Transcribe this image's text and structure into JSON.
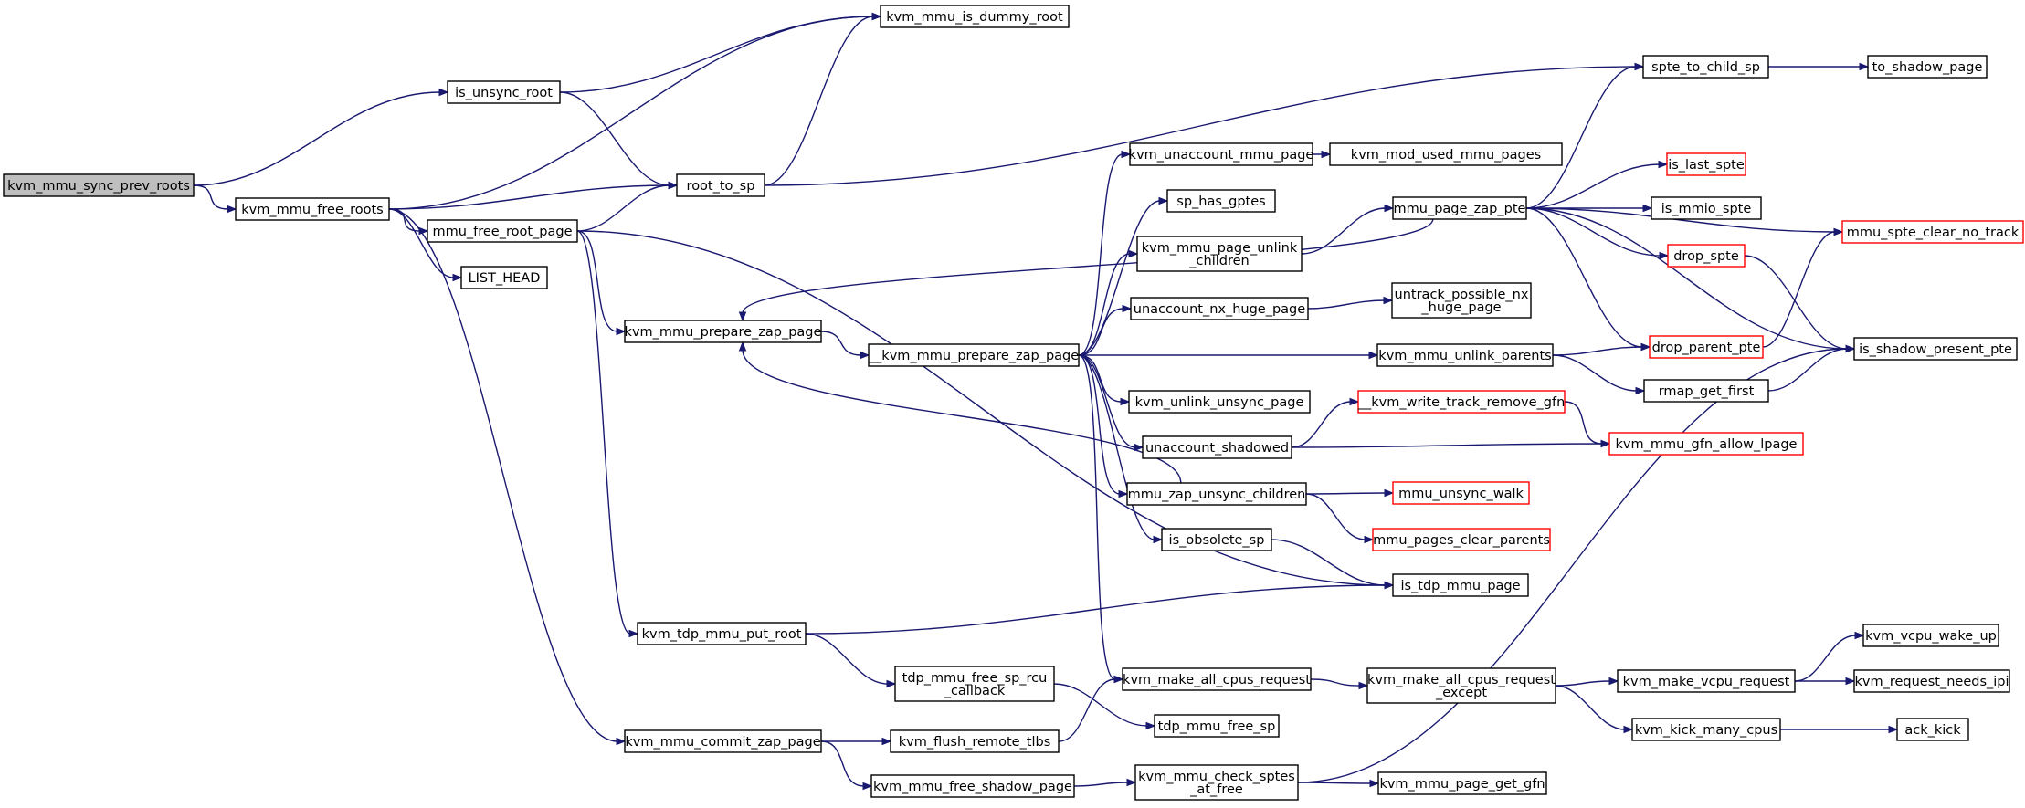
{
  "graph": {
    "edge_color": "#191970",
    "nodes": [
      {
        "id": "sync_prev",
        "lines": [
          "kvm_mmu_sync_prev_roots"
        ],
        "root": true
      },
      {
        "id": "is_unsync_root",
        "lines": [
          "is_unsync_root"
        ]
      },
      {
        "id": "free_roots",
        "lines": [
          "kvm_mmu_free_roots"
        ]
      },
      {
        "id": "dummy_root",
        "lines": [
          "kvm_mmu_is_dummy_root"
        ]
      },
      {
        "id": "root_to_sp",
        "lines": [
          "root_to_sp"
        ]
      },
      {
        "id": "free_root_page",
        "lines": [
          "mmu_free_root_page"
        ]
      },
      {
        "id": "list_head",
        "lines": [
          "LIST_HEAD"
        ]
      },
      {
        "id": "prepare_zap",
        "lines": [
          "kvm_mmu_prepare_zap_page"
        ]
      },
      {
        "id": "tdp_put_root",
        "lines": [
          "kvm_tdp_mmu_put_root"
        ]
      },
      {
        "id": "commit_zap",
        "lines": [
          "kvm_mmu_commit_zap_page"
        ]
      },
      {
        "id": "__prepare_zap",
        "lines": [
          "__kvm_mmu_prepare_zap_page"
        ]
      },
      {
        "id": "tdp_free_sp_rcu",
        "lines": [
          "tdp_mmu_free_sp_rcu",
          "_callback"
        ]
      },
      {
        "id": "flush_tlbs",
        "lines": [
          "kvm_flush_remote_tlbs"
        ]
      },
      {
        "id": "free_shadow",
        "lines": [
          "kvm_mmu_free_shadow_page"
        ]
      },
      {
        "id": "unaccount_mmu",
        "lines": [
          "kvm_unaccount_mmu_page"
        ]
      },
      {
        "id": "sp_has_gptes",
        "lines": [
          "sp_has_gptes"
        ]
      },
      {
        "id": "unlink_children",
        "lines": [
          "kvm_mmu_page_unlink",
          "_children"
        ]
      },
      {
        "id": "unaccount_nx",
        "lines": [
          "unaccount_nx_huge_page"
        ]
      },
      {
        "id": "unlink_unsync",
        "lines": [
          "kvm_unlink_unsync_page"
        ]
      },
      {
        "id": "unaccount_shadowed",
        "lines": [
          "unaccount_shadowed"
        ]
      },
      {
        "id": "zap_unsync_children",
        "lines": [
          "mmu_zap_unsync_children"
        ]
      },
      {
        "id": "is_obsolete",
        "lines": [
          "is_obsolete_sp"
        ]
      },
      {
        "id": "make_all_cpus",
        "lines": [
          "kvm_make_all_cpus_request"
        ]
      },
      {
        "id": "tdp_free_sp",
        "lines": [
          "tdp_mmu_free_sp"
        ]
      },
      {
        "id": "check_sptes",
        "lines": [
          "kvm_mmu_check_sptes",
          "_at_free"
        ]
      },
      {
        "id": "mod_used",
        "lines": [
          "kvm_mod_used_mmu_pages"
        ]
      },
      {
        "id": "page_zap_pte",
        "lines": [
          "mmu_page_zap_pte"
        ]
      },
      {
        "id": "untrack_nx",
        "lines": [
          "untrack_possible_nx",
          "_huge_page"
        ]
      },
      {
        "id": "unlink_parents",
        "lines": [
          "kvm_mmu_unlink_parents"
        ]
      },
      {
        "id": "write_track",
        "lines": [
          "__kvm_write_track_remove_gfn"
        ],
        "red": true
      },
      {
        "id": "unsync_walk",
        "lines": [
          "mmu_unsync_walk"
        ],
        "red": true
      },
      {
        "id": "pages_clear",
        "lines": [
          "mmu_pages_clear_parents"
        ],
        "red": true
      },
      {
        "id": "is_tdp",
        "lines": [
          "is_tdp_mmu_page"
        ]
      },
      {
        "id": "make_all_except",
        "lines": [
          "kvm_make_all_cpus_request",
          "_except"
        ]
      },
      {
        "id": "page_get_gfn",
        "lines": [
          "kvm_mmu_page_get_gfn"
        ]
      },
      {
        "id": "spte_to_child",
        "lines": [
          "spte_to_child_sp"
        ]
      },
      {
        "id": "is_last_spte",
        "lines": [
          "is_last_spte"
        ],
        "red": true
      },
      {
        "id": "is_mmio_spte",
        "lines": [
          "is_mmio_spte"
        ]
      },
      {
        "id": "drop_spte",
        "lines": [
          "drop_spte"
        ],
        "red": true
      },
      {
        "id": "drop_parent_pte",
        "lines": [
          "drop_parent_pte"
        ],
        "red": true
      },
      {
        "id": "rmap_get_first",
        "lines": [
          "rmap_get_first"
        ]
      },
      {
        "id": "gfn_allow",
        "lines": [
          "kvm_mmu_gfn_allow_lpage"
        ],
        "red": true
      },
      {
        "id": "make_vcpu",
        "lines": [
          "kvm_make_vcpu_request"
        ]
      },
      {
        "id": "kick_many",
        "lines": [
          "kvm_kick_many_cpus"
        ]
      },
      {
        "id": "to_shadow",
        "lines": [
          "to_shadow_page"
        ]
      },
      {
        "id": "spte_clear",
        "lines": [
          "mmu_spte_clear_no_track"
        ],
        "red": true
      },
      {
        "id": "is_shadow_present",
        "lines": [
          "is_shadow_present_pte"
        ]
      },
      {
        "id": "vcpu_wake",
        "lines": [
          "kvm_vcpu_wake_up"
        ]
      },
      {
        "id": "needs_ipi",
        "lines": [
          "kvm_request_needs_ipi"
        ]
      },
      {
        "id": "ack_kick",
        "lines": [
          "ack_kick"
        ]
      }
    ],
    "edges": [
      [
        "sync_prev",
        "is_unsync_root"
      ],
      [
        "sync_prev",
        "free_roots"
      ],
      [
        "is_unsync_root",
        "dummy_root"
      ],
      [
        "is_unsync_root",
        "root_to_sp"
      ],
      [
        "free_roots",
        "dummy_root"
      ],
      [
        "free_roots",
        "root_to_sp"
      ],
      [
        "free_roots",
        "free_root_page"
      ],
      [
        "free_roots",
        "list_head"
      ],
      [
        "free_roots",
        "commit_zap"
      ],
      [
        "root_to_sp",
        "dummy_root"
      ],
      [
        "root_to_sp",
        "spte_to_child"
      ],
      [
        "free_root_page",
        "root_to_sp"
      ],
      [
        "free_root_page",
        "prepare_zap"
      ],
      [
        "free_root_page",
        "tdp_put_root"
      ],
      [
        "free_root_page",
        "is_tdp"
      ],
      [
        "prepare_zap",
        "__prepare_zap"
      ],
      [
        "tdp_put_root",
        "tdp_free_sp_rcu"
      ],
      [
        "tdp_put_root",
        "is_tdp"
      ],
      [
        "commit_zap",
        "flush_tlbs"
      ],
      [
        "commit_zap",
        "free_shadow"
      ],
      [
        "__prepare_zap",
        "unaccount_mmu"
      ],
      [
        "__prepare_zap",
        "sp_has_gptes"
      ],
      [
        "__prepare_zap",
        "unlink_children"
      ],
      [
        "__prepare_zap",
        "unaccount_nx"
      ],
      [
        "__prepare_zap",
        "unlink_parents"
      ],
      [
        "__prepare_zap",
        "unlink_unsync"
      ],
      [
        "__prepare_zap",
        "unaccount_shadowed"
      ],
      [
        "__prepare_zap",
        "zap_unsync_children"
      ],
      [
        "__prepare_zap",
        "is_obsolete"
      ],
      [
        "__prepare_zap",
        "make_all_cpus"
      ],
      [
        "tdp_free_sp_rcu",
        "tdp_free_sp"
      ],
      [
        "flush_tlbs",
        "make_all_cpus"
      ],
      [
        "free_shadow",
        "check_sptes"
      ],
      [
        "unaccount_mmu",
        "mod_used"
      ],
      [
        "unlink_children",
        "page_zap_pte"
      ],
      [
        "unaccount_nx",
        "untrack_nx"
      ],
      [
        "unaccount_shadowed",
        "write_track"
      ],
      [
        "unaccount_shadowed",
        "gfn_allow"
      ],
      [
        "zap_unsync_children",
        "prepare_zap"
      ],
      [
        "zap_unsync_children",
        "unsync_walk"
      ],
      [
        "zap_unsync_children",
        "pages_clear"
      ],
      [
        "is_obsolete",
        "is_tdp"
      ],
      [
        "make_all_cpus",
        "make_all_except"
      ],
      [
        "check_sptes",
        "page_get_gfn"
      ],
      [
        "check_sptes",
        "is_shadow_present"
      ],
      [
        "page_zap_pte",
        "prepare_zap"
      ],
      [
        "page_zap_pte",
        "spte_to_child"
      ],
      [
        "page_zap_pte",
        "is_last_spte"
      ],
      [
        "page_zap_pte",
        "is_mmio_spte"
      ],
      [
        "page_zap_pte",
        "drop_spte"
      ],
      [
        "page_zap_pte",
        "drop_parent_pte"
      ],
      [
        "page_zap_pte",
        "spte_clear"
      ],
      [
        "page_zap_pte",
        "is_shadow_present"
      ],
      [
        "unlink_parents",
        "drop_parent_pte"
      ],
      [
        "unlink_parents",
        "rmap_get_first"
      ],
      [
        "write_track",
        "gfn_allow"
      ],
      [
        "make_all_except",
        "make_vcpu"
      ],
      [
        "make_all_except",
        "kick_many"
      ],
      [
        "spte_to_child",
        "to_shadow"
      ],
      [
        "drop_spte",
        "is_shadow_present"
      ],
      [
        "drop_parent_pte",
        "spte_clear"
      ],
      [
        "rmap_get_first",
        "is_shadow_present"
      ],
      [
        "make_vcpu",
        "vcpu_wake"
      ],
      [
        "make_vcpu",
        "needs_ipi"
      ],
      [
        "kick_many",
        "ack_kick"
      ]
    ]
  }
}
